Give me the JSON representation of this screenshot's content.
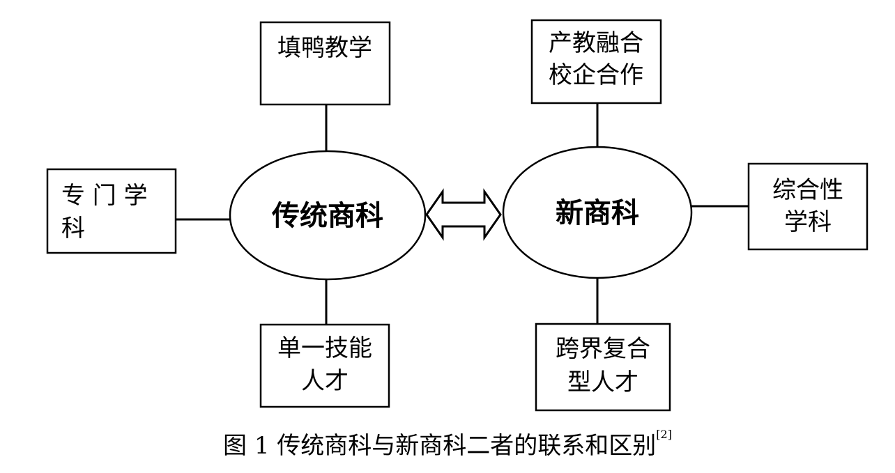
{
  "diagram": {
    "left_center": "传统商科",
    "right_center": "新商科",
    "left_top": [
      "填鸭教学"
    ],
    "left_side": [
      "专 门 学",
      "科"
    ],
    "left_bottom": [
      "单一技能",
      "人才"
    ],
    "right_top": [
      "产教融合",
      "校企合作"
    ],
    "right_side": [
      "综合性",
      "学科"
    ],
    "right_bottom": [
      "跨界复合",
      "型人才"
    ]
  },
  "caption": {
    "text": "图 1 传统商科与新商科二者的联系和区别",
    "ref": "[2]"
  }
}
